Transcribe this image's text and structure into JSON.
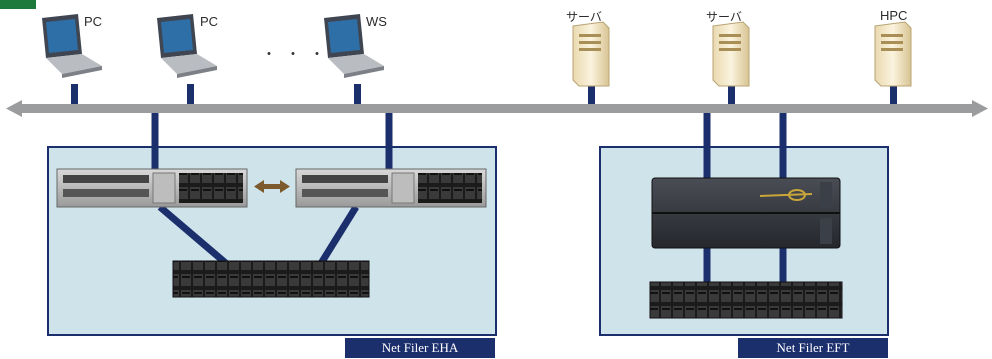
{
  "diagram": {
    "clients": [
      {
        "label": "PC",
        "icon": "laptop-icon"
      },
      {
        "label": "PC",
        "icon": "laptop-icon"
      },
      {
        "label": "WS",
        "icon": "laptop-icon"
      }
    ],
    "ellipsis": "・・・",
    "servers": [
      {
        "label": "サーバ",
        "icon": "tower-server-icon"
      },
      {
        "label": "サーバ",
        "icon": "tower-server-icon"
      },
      {
        "label": "HPC",
        "icon": "tower-server-icon"
      }
    ],
    "systems": [
      {
        "label": "Net Filer EHA"
      },
      {
        "label": "Net Filer EFT"
      }
    ],
    "colors": {
      "network_bus": "#9a9c9e",
      "link": "#1c2f6d",
      "box_fill": "#cfe4ea",
      "box_border": "#1c2f6d",
      "sync_arrow": "#7b5a2d",
      "corner_accent": "#1d7a3a"
    }
  }
}
